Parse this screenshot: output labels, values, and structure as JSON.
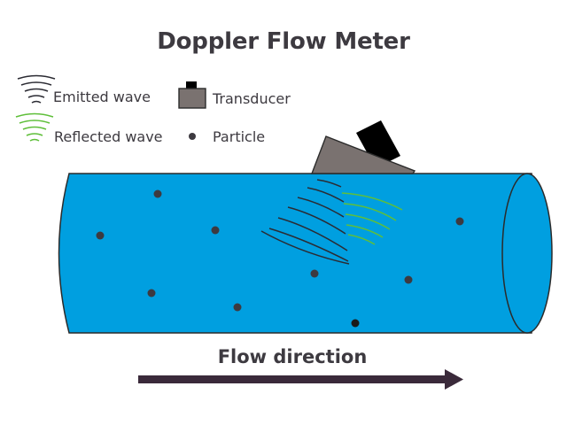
{
  "title": "Doppler Flow Meter",
  "legend": {
    "emitted_wave": "Emitted wave",
    "reflected_wave": "Reflected wave",
    "transducer": "Transducer",
    "particle": "Particle"
  },
  "flow_direction": "Flow direction",
  "colors": {
    "pipe": "#009fe0",
    "pipe_outline": "#2b2b2b",
    "emitted_wave": "#2b2b33",
    "reflected_wave": "#5fbf3a",
    "transducer_body": "#7a7270",
    "transducer_head": "#000000",
    "particle": "#3d3a40",
    "arrow": "#3a2a3a",
    "text": "#3d3a40"
  },
  "icons": [
    "emitted-wave-icon",
    "reflected-wave-icon",
    "transducer-icon",
    "particle-icon",
    "flow-arrow-icon"
  ]
}
